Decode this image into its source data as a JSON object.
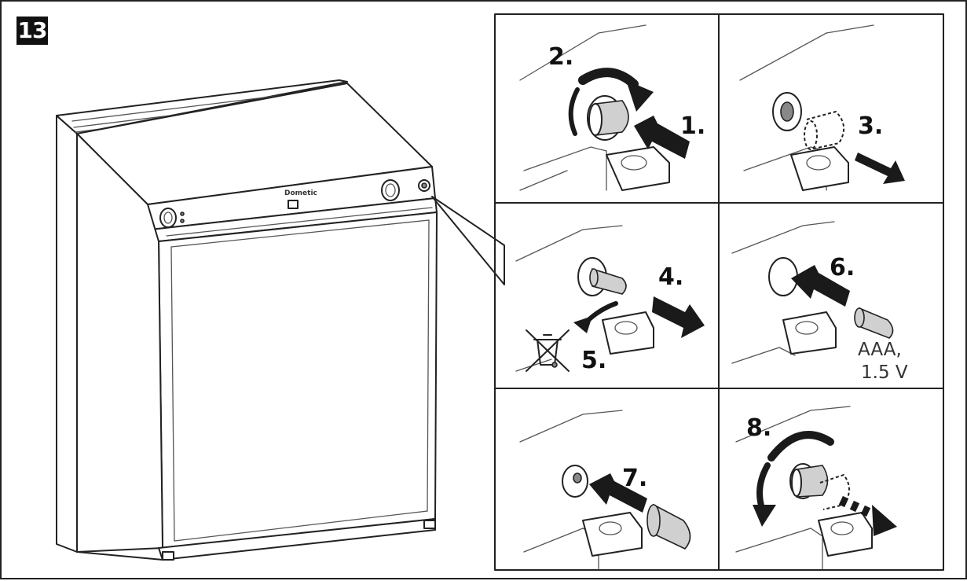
{
  "figure": {
    "number": "13"
  },
  "refrigerator": {
    "brand_label": "Dometic"
  },
  "steps": [
    {
      "label": "1."
    },
    {
      "label": "2."
    },
    {
      "label": "3."
    },
    {
      "label": "4."
    },
    {
      "label": "5."
    },
    {
      "label": "6."
    },
    {
      "label": "7."
    },
    {
      "label": "8."
    }
  ],
  "battery": {
    "type": "AAA,",
    "voltage": "1.5 V"
  },
  "icons": [
    "weee-crossed-bin-icon",
    "rotate-arrow-icon",
    "push-arrow-icon",
    "pull-arrow-icon",
    "battery-icon"
  ]
}
